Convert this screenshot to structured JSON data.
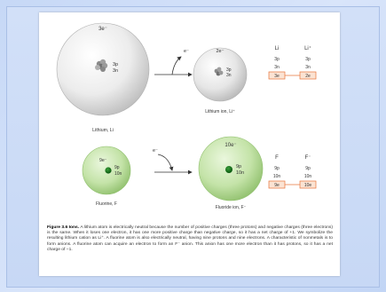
{
  "figure": {
    "top": {
      "atom_shell": "3e⁻",
      "atom_nucleus": [
        "3p",
        "3n"
      ],
      "atom_label": "Lithium, Li",
      "arrow_label": "e⁻",
      "ion_shell": "2e⁻",
      "ion_nucleus": [
        "3p",
        "3n"
      ],
      "ion_label": "Lithium ion, Li⁺",
      "table": {
        "headers": [
          "Li",
          "Li⁺"
        ],
        "rows": [
          [
            "3p",
            "3p"
          ],
          [
            "3n",
            "3n"
          ],
          [
            "3e",
            "2e"
          ]
        ]
      }
    },
    "bottom": {
      "atom_shell": "9e⁻",
      "atom_nucleus": [
        "9p",
        "10n"
      ],
      "atom_label": "Fluorine, F",
      "arrow_label": "e⁻",
      "ion_shell": "10e⁻",
      "ion_nucleus": [
        "9p",
        "10n"
      ],
      "ion_label": "Fluoride ion, F⁻",
      "table": {
        "headers": [
          "F",
          "F⁻"
        ],
        "rows": [
          [
            "9p",
            "9p"
          ],
          [
            "10n",
            "10n"
          ],
          [
            "9e",
            "10e"
          ]
        ]
      }
    },
    "caption": {
      "number": "Figure 3.6",
      "title": "Ions.",
      "text": "A lithium atom is electrically neutral because the number of positive charges (three protons) and negative charges (three electrons) is the same. When it loses one electron, it has one more positive charge than negative charge, so it has a net charge of +1. We symbolize the resulting lithium cation as Li⁺. A fluorine atom is also electrically neutral, having nine protons and nine electrons. A characteristic of nonmetals is to form anions. A fluorine atom can acquire an electron to form an F⁻ anion. This anion has one more electron than it has protons, so it has a net charge of −1."
    },
    "colors": {
      "sphere_white": "#f2f2f2",
      "sphere_green": "#c4e3a8",
      "table_highlight": "#e8743a",
      "table_fill": "#fbe3d3"
    }
  }
}
